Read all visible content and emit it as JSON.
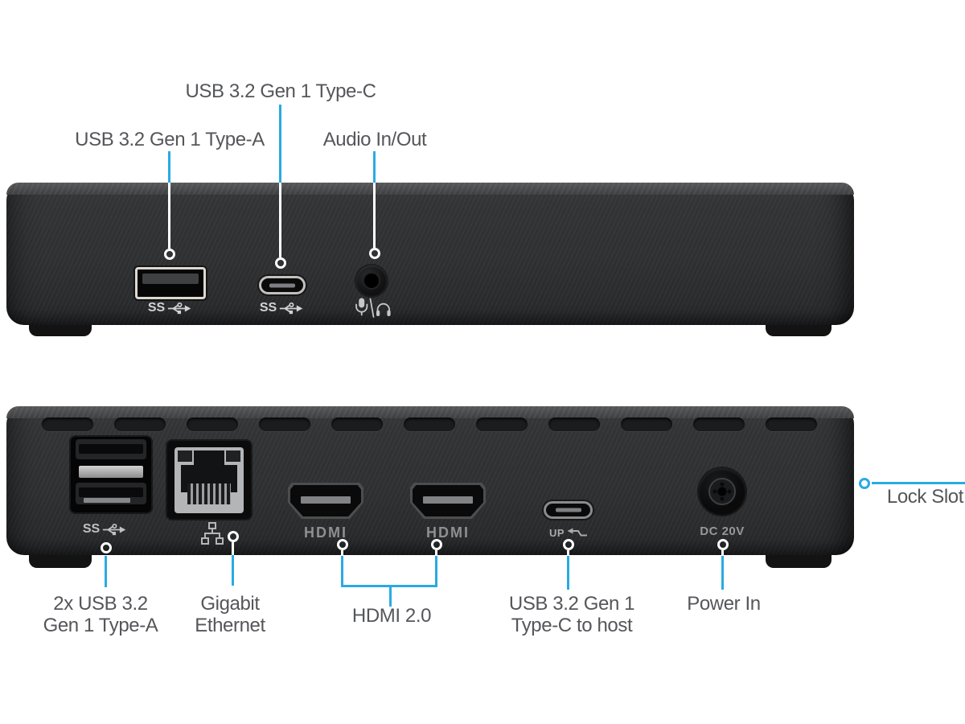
{
  "colors": {
    "callout_blue": "#29ABE2",
    "label_gray": "#55565A",
    "background": "#FFFFFF",
    "device_body": "#303133"
  },
  "front_view": {
    "callout_usb_a": "USB 3.2 Gen 1 Type-A",
    "callout_usb_c": "USB 3.2 Gen 1 Type-C",
    "callout_audio": "Audio In/Out",
    "marking_usb_a": "SS",
    "marking_usb_c": "SS"
  },
  "back_view": {
    "marking_usb_stack": "SS",
    "marking_hdmi_1": "HDMI",
    "marking_hdmi_2": "HDMI",
    "marking_usb_c_host": "UP",
    "marking_power": "DC 20V",
    "callout_usb_stack_line1": "2x USB 3.2",
    "callout_usb_stack_line2": "Gen 1 Type-A",
    "callout_ethernet_line1": "Gigabit",
    "callout_ethernet_line2": "Ethernet",
    "callout_hdmi": "HDMI 2.0",
    "callout_usb_c_host_line1": "USB 3.2 Gen 1",
    "callout_usb_c_host_line2": "Type-C to host",
    "callout_power": "Power In",
    "callout_lock": "Lock Slot"
  }
}
